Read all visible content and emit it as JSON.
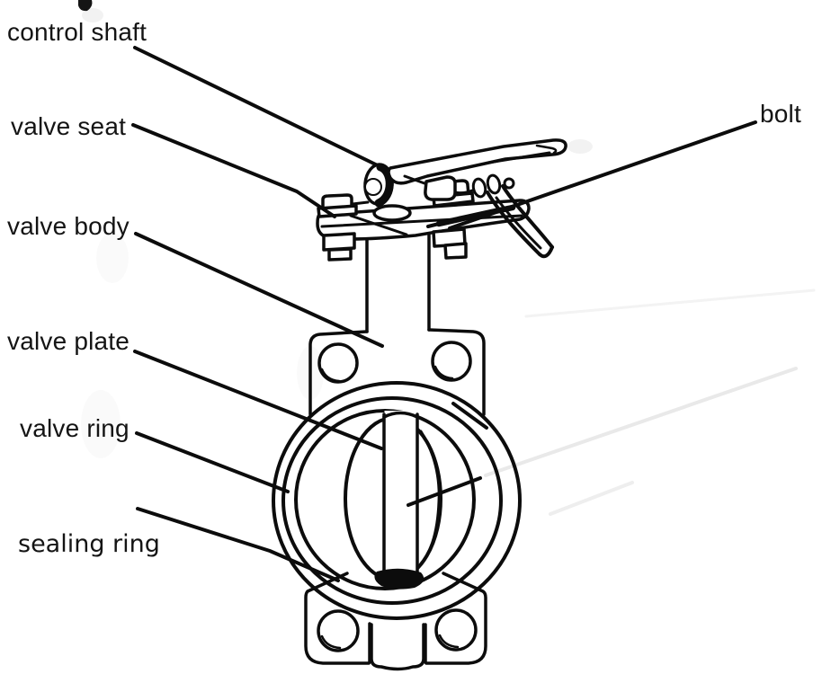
{
  "diagram": {
    "subject": "butterfly valve labeled line drawing",
    "background_color": "#ffffff",
    "line_color": "#0c0c0c",
    "labels": {
      "control_shaft": "control shaft",
      "valve_seat": "valve seat",
      "valve_body": "valve body",
      "valve_plate": "valve plate",
      "valve_ring": "valve ring",
      "sealing_ring": "sealing ring",
      "bolt": "bolt"
    }
  }
}
